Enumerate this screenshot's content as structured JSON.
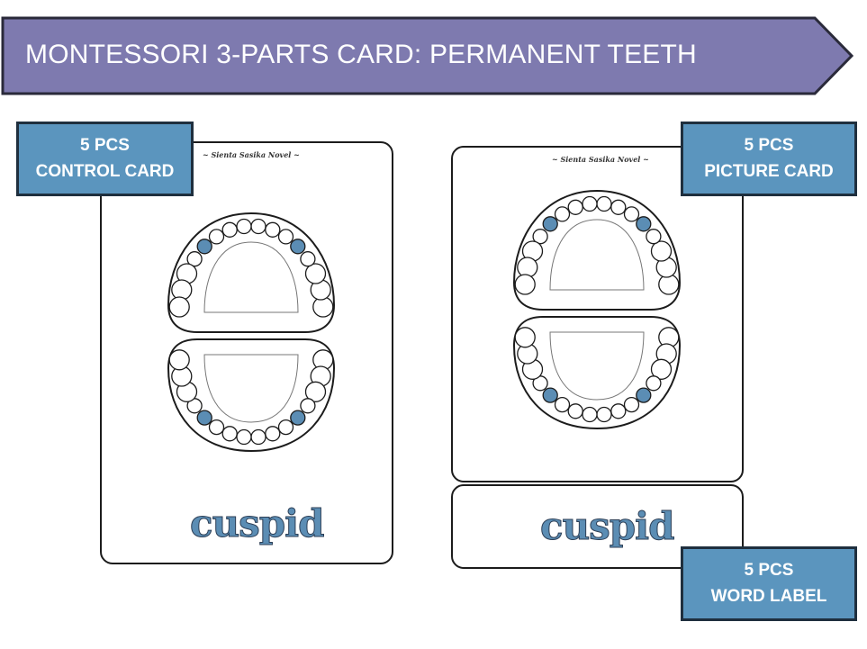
{
  "banner": {
    "title": "MONTESSORI 3-PARTS CARD: PERMANENT TEETH"
  },
  "tags": {
    "control": {
      "line1": "5 PCS",
      "line2": "CONTROL CARD"
    },
    "picture": {
      "line1": "5 PCS",
      "line2": "PICTURE CARD"
    },
    "label": {
      "line1": "5 PCS",
      "line2": "WORD LABEL"
    }
  },
  "cards": {
    "credit": "~ Sienta Sasika Novel ~",
    "word": "cuspid"
  },
  "colors": {
    "banner": "#7e7aaf",
    "tag": "#5b95be",
    "highlight_tooth": "#5b8db4"
  }
}
